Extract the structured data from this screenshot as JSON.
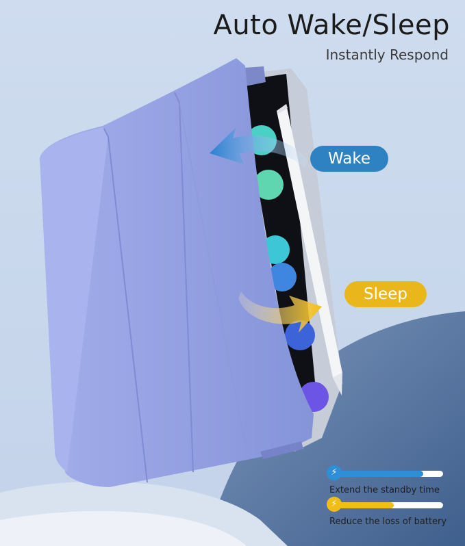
{
  "headline": "Auto Wake/Sleep",
  "subheadline": "Instantly Respond",
  "labels": {
    "wake": "Wake",
    "sleep": "Sleep"
  },
  "benefits": [
    {
      "text": "Extend the standby time",
      "level": 0.82,
      "color": "#2e8fd8",
      "icon": "lightning-icon"
    },
    {
      "text": "Reduce the loss of battery",
      "level": 0.55,
      "color": "#f2bd16",
      "icon": "lightning-icon"
    }
  ],
  "colors": {
    "background": "#cbd9ed",
    "cover": "#8f9de0",
    "wake_accent": "#2f82c2",
    "sleep_accent": "#e9b71c",
    "pedestal": "#4d6c96"
  }
}
